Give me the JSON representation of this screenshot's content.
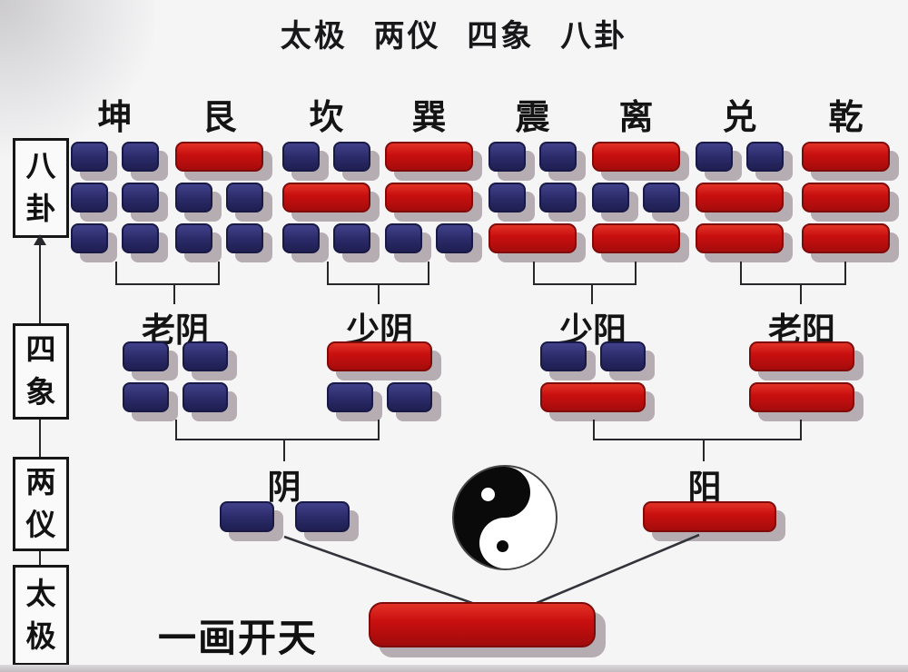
{
  "title": "太极 两仪 四象 八卦",
  "rail": {
    "levels": [
      {
        "label": "八卦"
      },
      {
        "label": "四象"
      },
      {
        "label": "两仪"
      },
      {
        "label": "太极"
      }
    ]
  },
  "trigrams": [
    {
      "name": "坤",
      "lines": [
        "broken",
        "broken",
        "broken"
      ]
    },
    {
      "name": "艮",
      "lines": [
        "solid",
        "broken",
        "broken"
      ]
    },
    {
      "name": "坎",
      "lines": [
        "broken",
        "solid",
        "broken"
      ]
    },
    {
      "name": "巽",
      "lines": [
        "solid",
        "solid",
        "broken"
      ]
    },
    {
      "name": "震",
      "lines": [
        "broken",
        "broken",
        "solid"
      ]
    },
    {
      "name": "离",
      "lines": [
        "solid",
        "broken",
        "solid"
      ]
    },
    {
      "name": "兑",
      "lines": [
        "broken",
        "solid",
        "solid"
      ]
    },
    {
      "name": "乾",
      "lines": [
        "solid",
        "solid",
        "solid"
      ]
    }
  ],
  "sixiang": [
    {
      "name": "老阴",
      "lines": [
        "broken",
        "broken"
      ]
    },
    {
      "name": "少阴",
      "lines": [
        "solid",
        "broken"
      ]
    },
    {
      "name": "少阳",
      "lines": [
        "broken",
        "solid"
      ]
    },
    {
      "name": "老阳",
      "lines": [
        "solid",
        "solid"
      ]
    }
  ],
  "liangyi": [
    {
      "name": "阴",
      "lines": [
        "broken"
      ]
    },
    {
      "name": "阳",
      "lines": [
        "solid"
      ]
    }
  ],
  "taiji": {
    "caption": "一画开天",
    "symbol": "yin-yang-symbol"
  },
  "colors": {
    "yin_blue": "#2a2a68",
    "yang_red": "#c90f0f",
    "shadow_gray": "#b6adb3",
    "line_dark": "#26262b",
    "background": "#f6f5f6"
  }
}
